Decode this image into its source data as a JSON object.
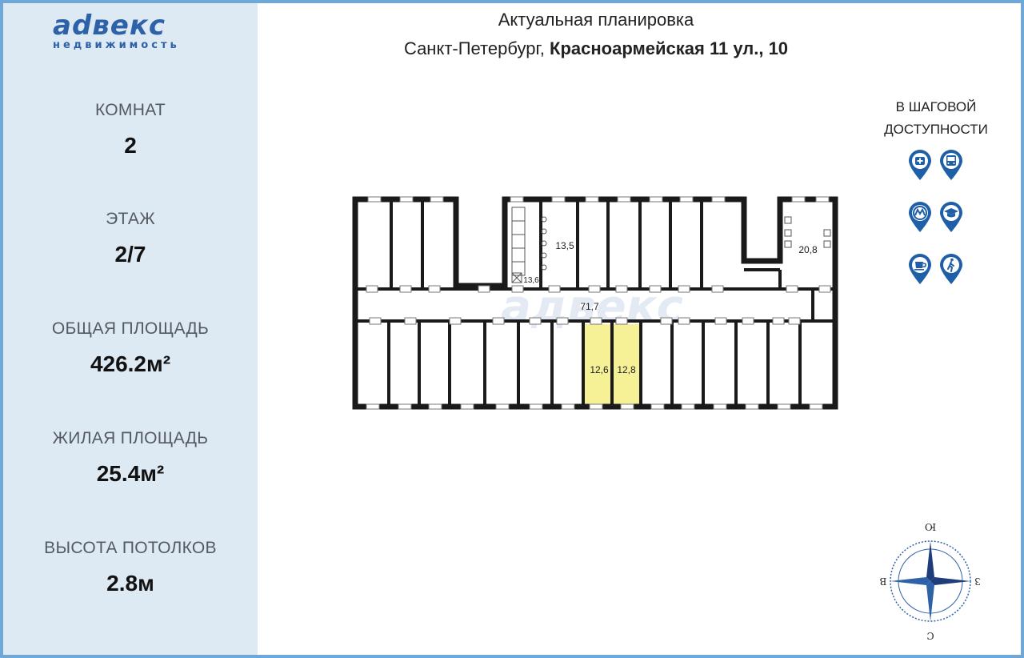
{
  "logo": {
    "name": "аdвекс",
    "tagline": "недвижимость"
  },
  "header": {
    "title": "Актуальная планировка",
    "city": "Санкт-Петербург,",
    "address": "Красноармейская 11 ул., 10"
  },
  "stats": [
    {
      "label": "КОМНАТ",
      "value": "2"
    },
    {
      "label": "ЭТАЖ",
      "value": "2/7"
    },
    {
      "label": "ОБЩАЯ ПЛОЩАДЬ",
      "value": "426.2м²"
    },
    {
      "label": "ЖИЛАЯ ПЛОЩАДЬ",
      "value": "25.4м²"
    },
    {
      "label": "ВЫСОТА ПОТОЛКОВ",
      "value": "2.8м"
    }
  ],
  "walking": {
    "title_line1": "В ШАГОВОЙ",
    "title_line2": "ДОСТУПНОСТИ",
    "icons": [
      "hospital-icon",
      "bus-icon",
      "metro-icon",
      "school-icon",
      "cafe-icon",
      "pedestrian-icon"
    ]
  },
  "plan": {
    "rooms": {
      "room_a": "13,5",
      "room_b": "20,8",
      "room_c": "13,6",
      "corridor": "71,7",
      "room_d": "12,6",
      "room_e": "12,8"
    },
    "watermark": "адвекс",
    "highlight_color": "#f6f197"
  },
  "compass": {
    "north": "Ю",
    "south": "С",
    "east": "З",
    "west": "В"
  },
  "colors": {
    "brand": "#2d61a8",
    "sidebar": "#dde9f3",
    "frame": "#6fa8d6"
  }
}
